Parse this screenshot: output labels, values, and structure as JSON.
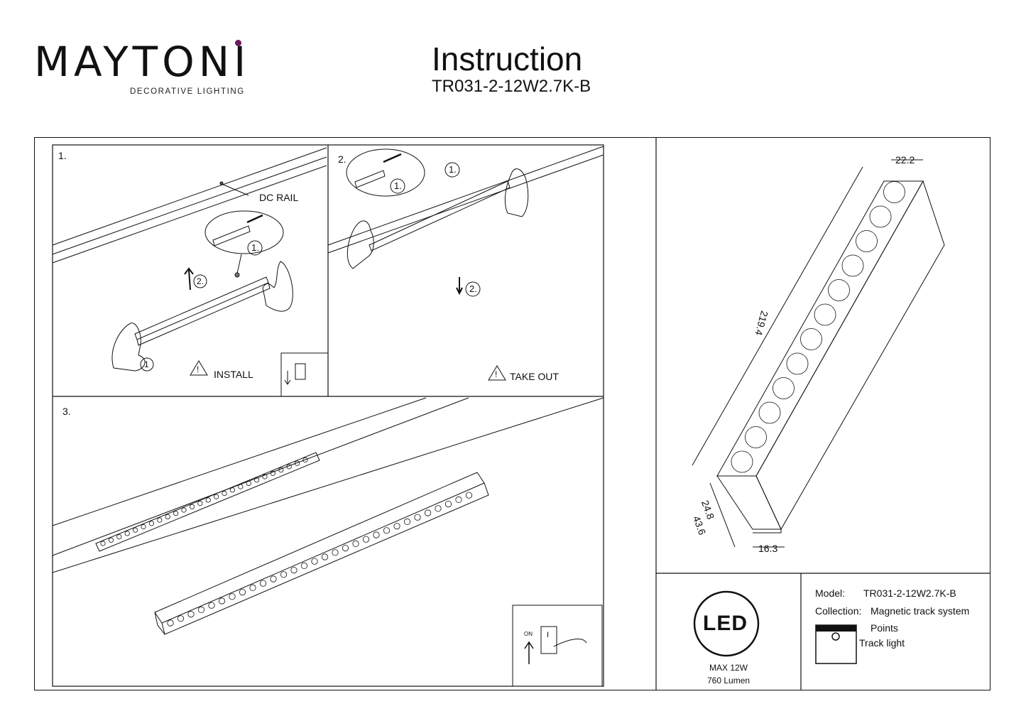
{
  "header": {
    "logo_text": "MAYTONI",
    "logo_tagline": "DECORATIVE LIGHTING",
    "title": "Instruction",
    "model_code": "TR031-2-12W2.7K-B"
  },
  "steps": {
    "step1": {
      "number": "1.",
      "rail_label": "DC RAIL",
      "callout_1": "1.",
      "callout_2": "2.",
      "callout_hand": "1",
      "warning_label": "INSTALL"
    },
    "step2": {
      "number": "2.",
      "callout_1a": "1.",
      "callout_1b": "1.",
      "callout_2": "2.",
      "warning_label": "TAKE OUT"
    },
    "step3": {
      "number": "3.",
      "switch_on": "ON",
      "switch_mark": "I"
    }
  },
  "dimensions": {
    "width_top": "22.2",
    "length": "219.4",
    "height_a": "24.8",
    "height_b": "43.6",
    "width_bottom": "16.3"
  },
  "led_badge": {
    "text": "LED",
    "power": "MAX 12W",
    "flux": "760 Lumen"
  },
  "specs": {
    "model_label": "Model:",
    "model_value": "TR031-2-12W2.7K-B",
    "collection_label": "Collection:",
    "collection_value": "Magnetic track system",
    "type_value": "Points",
    "category_value": "Track light"
  }
}
